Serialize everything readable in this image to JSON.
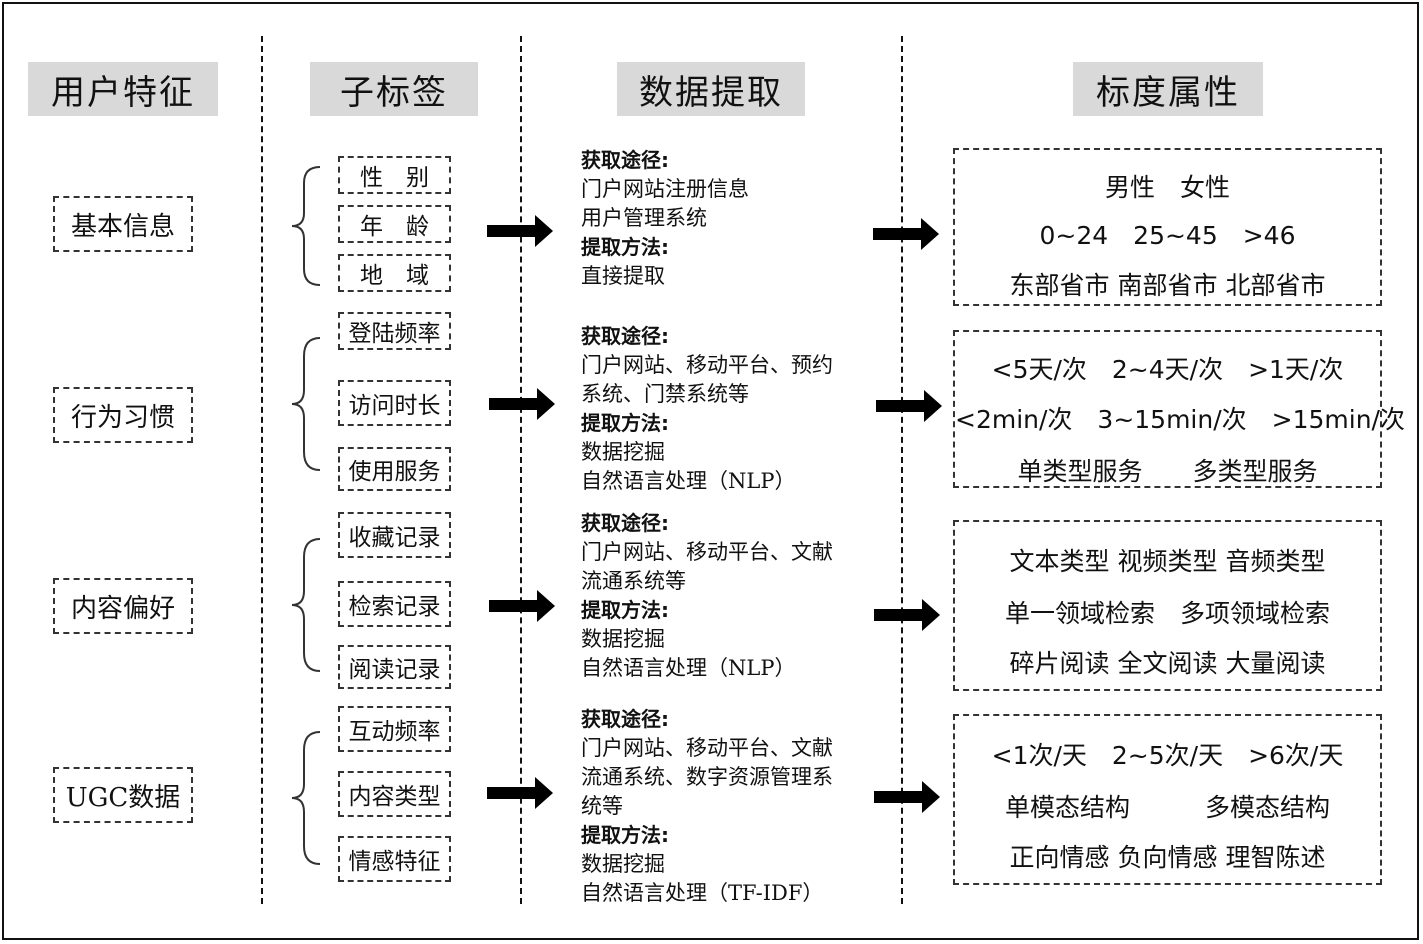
{
  "headers": {
    "user_features": "用户特征",
    "sub_tags": "子标签",
    "data_extraction": "数据提取",
    "scale_attributes": "标度属性"
  },
  "rows": [
    {
      "category": "基本信息",
      "subtags": [
        "性　别",
        "年　龄",
        "地　域"
      ],
      "extraction": {
        "source_label": "获取途径:",
        "source_lines": [
          "门户网站注册信息",
          "用户管理系统"
        ],
        "method_label": "提取方法:",
        "method_lines": [
          "直接提取"
        ]
      },
      "scales": [
        "男性　女性",
        "0~24　25~45　>46",
        "东部省市 南部省市 北部省市"
      ]
    },
    {
      "category": "行为习惯",
      "subtags": [
        "登陆频率",
        "访问时长",
        "使用服务"
      ],
      "extraction": {
        "source_label": "获取途径:",
        "source_lines": [
          "门户网站、移动平台、预约",
          "系统、门禁系统等"
        ],
        "method_label": "提取方法:",
        "method_lines": [
          "数据挖掘",
          "自然语言处理（NLP）"
        ]
      },
      "scales": [
        "<5天/次　2~4天/次　>1天/次",
        "<2min/次　3~15min/次　>15min/次",
        "单类型服务　　多类型服务"
      ]
    },
    {
      "category": "内容偏好",
      "subtags": [
        "收藏记录",
        "检索记录",
        "阅读记录"
      ],
      "extraction": {
        "source_label": "获取途径:",
        "source_lines": [
          "门户网站、移动平台、文献",
          "流通系统等"
        ],
        "method_label": "提取方法:",
        "method_lines": [
          "数据挖掘",
          "自然语言处理（NLP）"
        ]
      },
      "scales": [
        "文本类型 视频类型 音频类型",
        "单一领域检索　多项领域检索",
        "碎片阅读 全文阅读 大量阅读"
      ]
    },
    {
      "category": "UGC数据",
      "subtags": [
        "互动频率",
        "内容类型",
        "情感特征"
      ],
      "extraction": {
        "source_label": "获取途径:",
        "source_lines": [
          "门户网站、移动平台、文献",
          "流通系统、数字资源管理系",
          "统等"
        ],
        "method_label": "提取方法:",
        "method_lines": [
          "数据挖掘",
          "自然语言处理（TF-IDF）"
        ]
      },
      "scales": [
        "<1次/天　2~5次/天　>6次/天",
        "单模态结构　　　多模态结构",
        "正向情感 负向情感 理智陈述"
      ]
    }
  ]
}
